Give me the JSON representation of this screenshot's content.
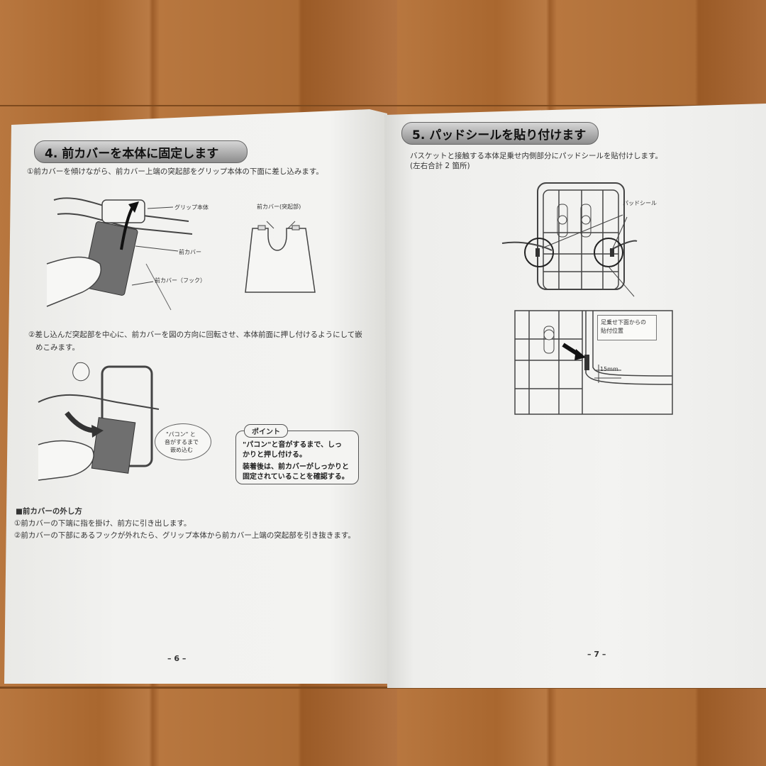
{
  "left_page": {
    "heading": "4. 前カバーを本体に固定します",
    "step1": "①前カバーを傾けながら、前カバー上端の突起部をグリップ本体の下面に差し込みます。",
    "labels": {
      "grip_body": "グリップ本体",
      "front_cover": "前カバー",
      "front_cover_hook": "前カバー（フック）",
      "front_cover_protrusion": "前カバー(突起部)"
    },
    "step2_line1": "②差し込んだ突起部を中心に、前カバーを図の方向に回転させ、本体前面に押し付けるようにして嵌",
    "step2_line2": "めこみます。",
    "callout_line1": "\"パコン\" と",
    "callout_line2": "音がするまで",
    "callout_line3": "嵌め込む",
    "point": {
      "tag": "ポイント",
      "line1": "\"パコン\"と音がするまで、しっ",
      "line2": "かりと押し付ける。",
      "line3": "装着後は、前カバーがしっかりと",
      "line4": "固定されていることを確認する。"
    },
    "removal_title": "■前カバーの外し方",
    "removal_step1": "①前カバーの下端に指を掛け、前方に引き出します。",
    "removal_step2": "②前カバーの下部にあるフックが外れたら、グリップ本体から前カバー上端の突起部を引き抜きます。",
    "page_number": "– 6 –"
  },
  "right_page": {
    "heading": "5. パッドシールを貼り付けます",
    "intro_line1": "バスケットと接触する本体足乗せ内側部分にパッドシールを貼付けします。",
    "intro_line2": "(左右合計 2 箇所)",
    "label_pad_seal": "パッドシール",
    "callout_line1": "足乗せ下面からの",
    "callout_line2": "貼付位置",
    "dimension": "15mm",
    "page_number": "– 7 –"
  }
}
